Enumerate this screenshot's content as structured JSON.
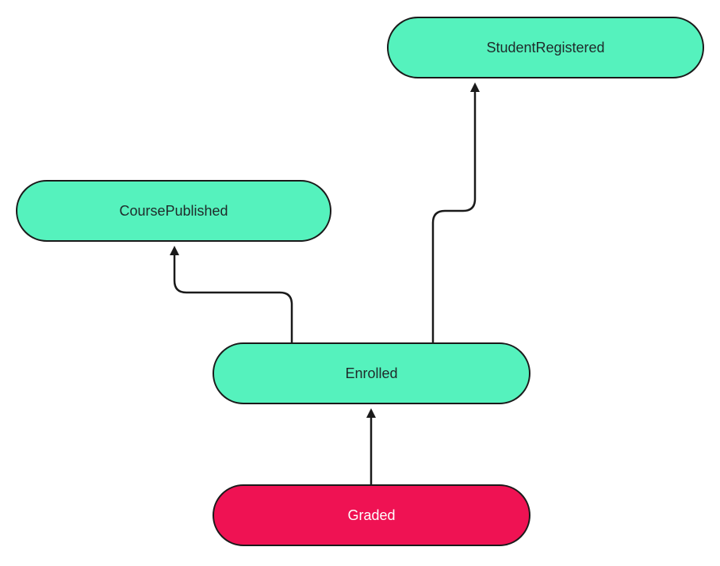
{
  "colors": {
    "event_fill": "#55f2bd",
    "final_fill": "#ef1253",
    "stroke": "#1a1a1a"
  },
  "nodes": {
    "student_registered": "StudentRegistered",
    "course_published": "CoursePublished",
    "enrolled": "Enrolled",
    "graded": "Graded"
  },
  "edges": [
    {
      "from": "Graded",
      "to": "Enrolled"
    },
    {
      "from": "Enrolled",
      "to": "CoursePublished"
    },
    {
      "from": "Enrolled",
      "to": "StudentRegistered"
    }
  ]
}
